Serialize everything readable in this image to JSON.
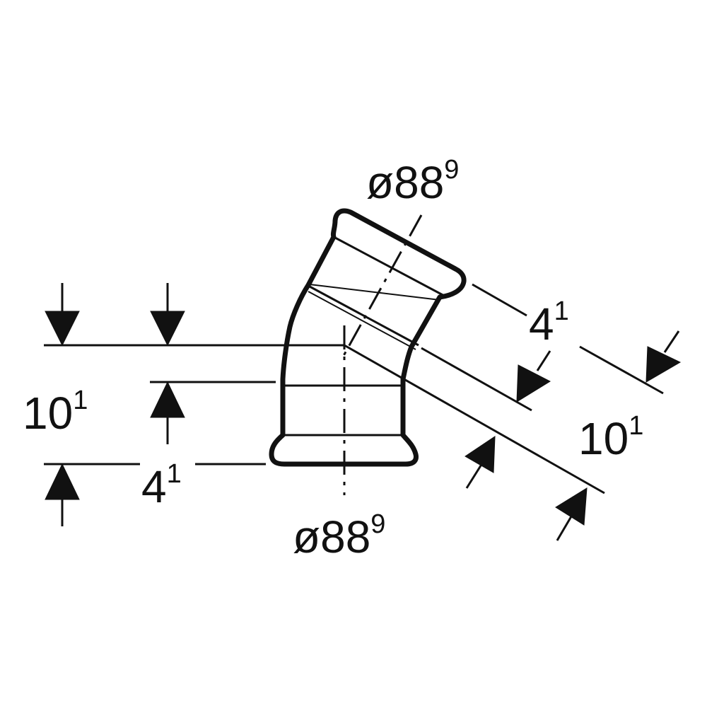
{
  "dimensions": {
    "top_diameter": {
      "base": "ø88",
      "sup": "9"
    },
    "bottom_diameter": {
      "base": "ø88",
      "sup": "9"
    },
    "left_insertion": {
      "base": "10",
      "sup": "1"
    },
    "left_offset": {
      "base": "4",
      "sup": "1"
    },
    "right_insertion": {
      "base": "10",
      "sup": "1"
    },
    "right_offset": {
      "base": "4",
      "sup": "1"
    }
  },
  "colors": {
    "line": "#111111",
    "background": "#ffffff"
  }
}
